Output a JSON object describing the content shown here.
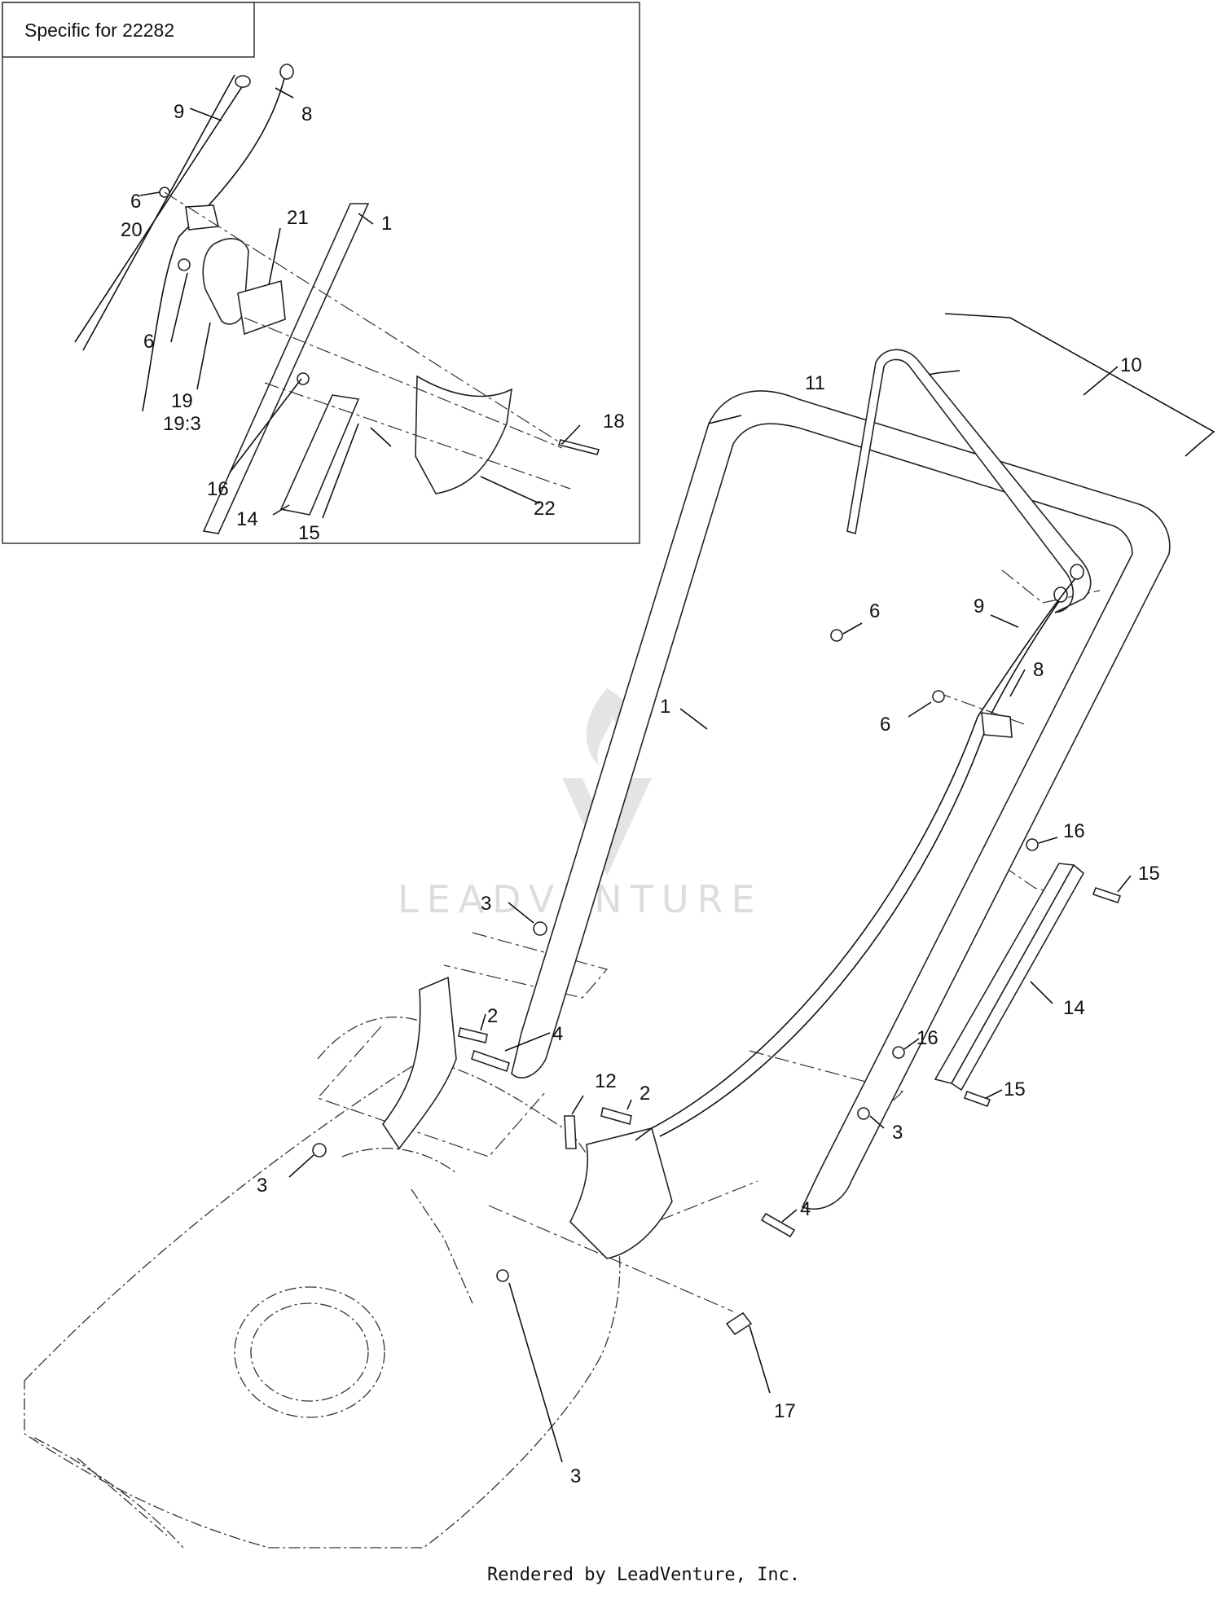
{
  "inset": {
    "title": "Specific for 22282"
  },
  "watermark": {
    "text": "LEADVENTURE",
    "color": "#dddddd",
    "icon": "flame-v-logo-icon"
  },
  "footer": {
    "text": "Rendered by LeadVenture, Inc."
  },
  "callouts": {
    "inset_9": "9",
    "inset_8": "8",
    "inset_6a": "6",
    "inset_20": "20",
    "inset_21": "21",
    "inset_1": "1",
    "inset_6b": "6",
    "inset_19": "19",
    "inset_19_3": "19:3",
    "inset_18": "18",
    "inset_16": "16",
    "inset_14": "14",
    "inset_15": "15",
    "inset_22": "22",
    "main_10": "10",
    "main_11": "11",
    "main_6a": "6",
    "main_9": "9",
    "main_8": "8",
    "main_1": "1",
    "main_6b": "6",
    "main_16a": "16",
    "main_15a": "15",
    "main_3a": "3",
    "main_2a": "2",
    "main_4a": "4",
    "main_14": "14",
    "main_16b": "16",
    "main_15b": "15",
    "main_12": "12",
    "main_2b": "2",
    "main_3b": "3",
    "main_3c": "3",
    "main_4b": "4",
    "main_17": "17",
    "main_3d": "3"
  }
}
